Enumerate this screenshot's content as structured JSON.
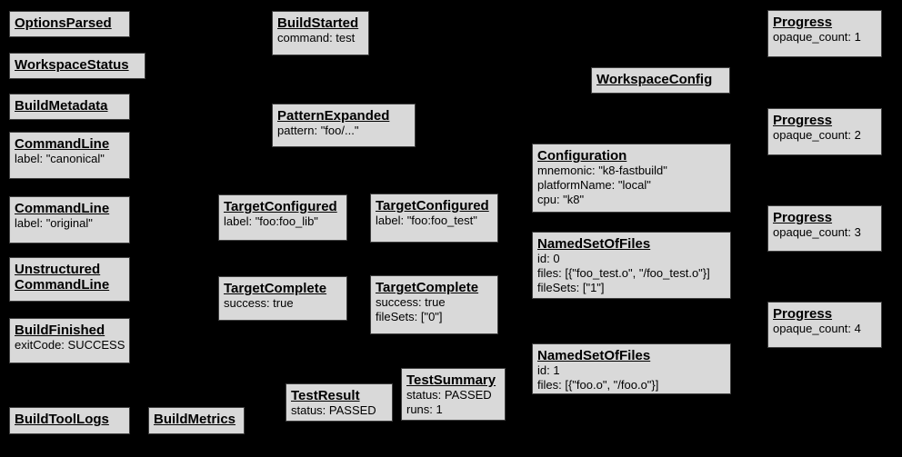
{
  "canvas": {
    "background_color": "#000000",
    "node_fill_color": "#d9d9d9",
    "node_border_color": "#3f3f3f",
    "text_color": "#000000"
  },
  "diagram": {
    "nodes": [
      {
        "title": "OptionsParsed",
        "fields": []
      },
      {
        "title": "WorkspaceStatus",
        "fields": []
      },
      {
        "title": "BuildMetadata",
        "fields": []
      },
      {
        "title": "CommandLine",
        "fields": [
          "label: \"canonical\""
        ]
      },
      {
        "title": "CommandLine",
        "fields": [
          "label: \"original\""
        ]
      },
      {
        "title": "Unstructured CommandLine",
        "fields": []
      },
      {
        "title": "BuildFinished",
        "fields": [
          "exitCode: SUCCESS"
        ]
      },
      {
        "title": "BuildToolLogs",
        "fields": []
      },
      {
        "title": "BuildMetrics",
        "fields": []
      },
      {
        "title": "BuildStarted",
        "fields": [
          "command: test"
        ]
      },
      {
        "title": "PatternExpanded",
        "fields": [
          "pattern: \"foo/...\""
        ]
      },
      {
        "title": "TargetConfigured",
        "fields": [
          "label: \"foo:foo_lib\""
        ]
      },
      {
        "title": "TargetConfigured",
        "fields": [
          "label: \"foo:foo_test\""
        ]
      },
      {
        "title": "TargetComplete",
        "fields": [
          "success: true"
        ]
      },
      {
        "title": "TargetComplete",
        "fields": [
          "success: true",
          "fileSets: [\"0\"]"
        ]
      },
      {
        "title": "TestResult",
        "fields": [
          "status: PASSED"
        ]
      },
      {
        "title": "TestSummary",
        "fields": [
          "status: PASSED",
          "runs: 1"
        ]
      },
      {
        "title": "WorkspaceConfig",
        "fields": []
      },
      {
        "title": "Configuration",
        "fields": [
          "mnemonic: \"k8-fastbuild\"",
          "platformName: \"local\"",
          "cpu: \"k8\""
        ]
      },
      {
        "title": "NamedSetOfFiles",
        "fields": [
          "id: 0",
          "files: [{\"foo_test.o\", \"/foo_test.o\"}]",
          "fileSets: [\"1\"]"
        ]
      },
      {
        "title": "NamedSetOfFiles",
        "fields": [
          "id: 1",
          "files: [{\"foo.o\", \"/foo.o\"}]"
        ]
      },
      {
        "title": "Progress",
        "fields": [
          "opaque_count: 1"
        ]
      },
      {
        "title": "Progress",
        "fields": [
          "opaque_count: 2"
        ]
      },
      {
        "title": "Progress",
        "fields": [
          "opaque_count: 3"
        ]
      },
      {
        "title": "Progress",
        "fields": [
          "opaque_count: 4"
        ]
      }
    ]
  }
}
